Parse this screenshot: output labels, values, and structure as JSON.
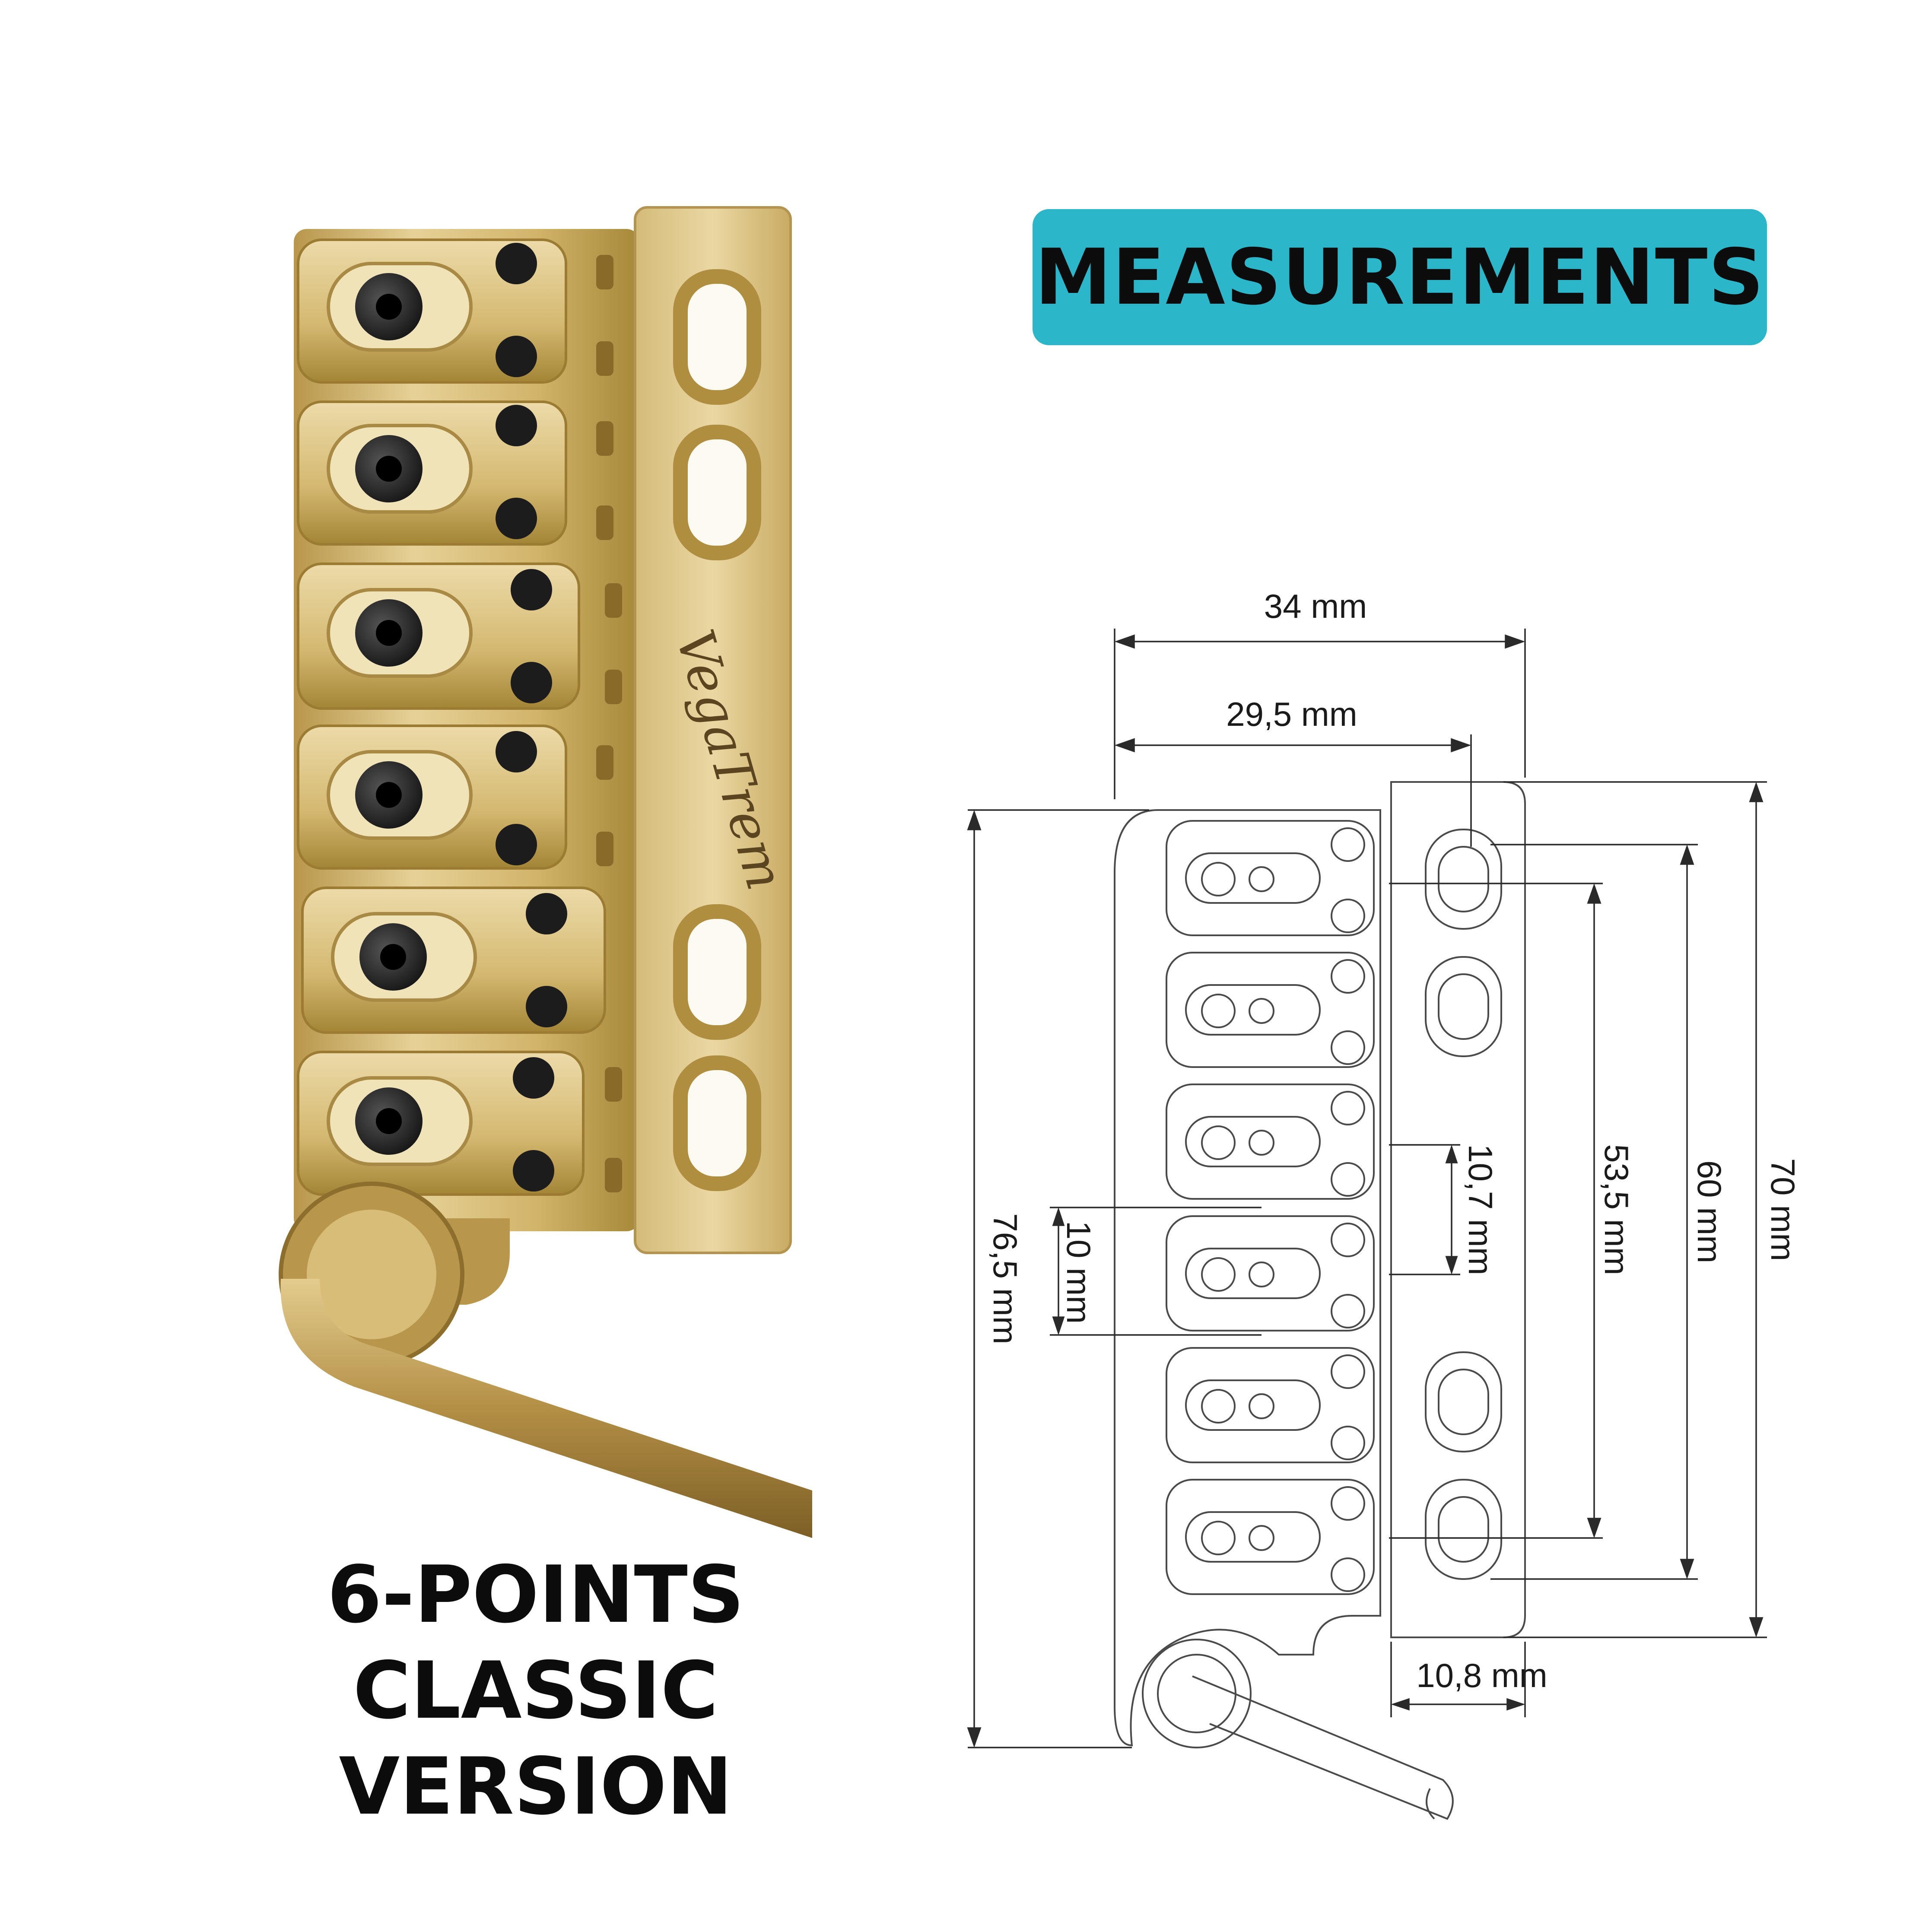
{
  "header": {
    "title": "MEASUREMENTS"
  },
  "product": {
    "caption_lines": [
      "6-POINTS",
      "CLASSIC",
      "VERSION"
    ],
    "engraving": "VegaTrem"
  },
  "dimensions": {
    "width_total": "34 mm",
    "width_inner": "29,5 mm",
    "height_total": "76,5 mm",
    "saddle_pitch": "10 mm",
    "string_spacing": "10,7 mm",
    "span_outer_strings": "53,5 mm",
    "screw_span_inner": "60 mm",
    "plate_length": "70 mm",
    "block_width": "10,8 mm"
  },
  "colors": {
    "badge": "#2bb6c9",
    "gold_light": "#e3cc8e",
    "gold_mid": "#c9aa5f",
    "gold_dark": "#8d6e2c",
    "screw_black": "#1c1c1c",
    "line": "#4a4a4a"
  }
}
